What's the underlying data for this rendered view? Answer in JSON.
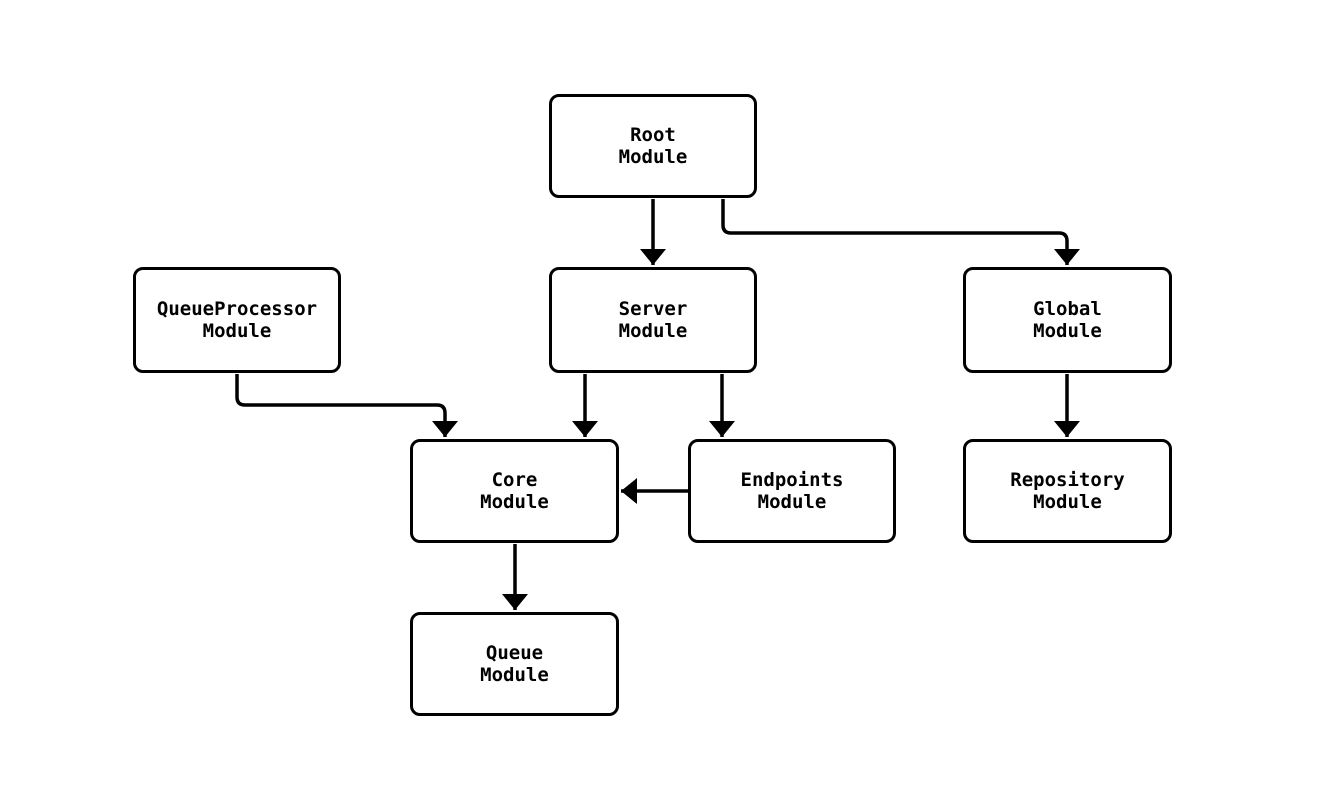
{
  "diagram": {
    "background_color": "#ffffff",
    "stroke_color": "#000000",
    "nodes": {
      "root": {
        "label": "Root\nModule"
      },
      "queueprocessor": {
        "label": "QueueProcessor\nModule"
      },
      "server": {
        "label": "Server\nModule"
      },
      "global": {
        "label": "Global\nModule"
      },
      "core": {
        "label": "Core\nModule"
      },
      "endpoints": {
        "label": "Endpoints\nModule"
      },
      "repository": {
        "label": "Repository\nModule"
      },
      "queue": {
        "label": "Queue\nModule"
      }
    },
    "edges": [
      {
        "from": "root",
        "to": "server"
      },
      {
        "from": "root",
        "to": "global"
      },
      {
        "from": "queueprocessor",
        "to": "core"
      },
      {
        "from": "server",
        "to": "core"
      },
      {
        "from": "server",
        "to": "endpoints"
      },
      {
        "from": "endpoints",
        "to": "core"
      },
      {
        "from": "global",
        "to": "repository"
      },
      {
        "from": "core",
        "to": "queue"
      }
    ]
  }
}
